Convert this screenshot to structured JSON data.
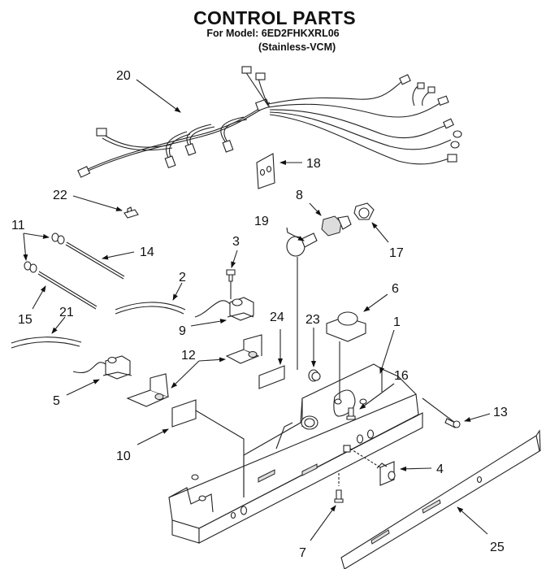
{
  "header": {
    "title": "CONTROL PARTS",
    "model_line": "For Model: 6ED2FHKXRL06",
    "variant": "(Stainless-VCM)"
  },
  "callouts": [
    {
      "id": "c1",
      "label": "1",
      "part": "control-housing"
    },
    {
      "id": "c2",
      "label": "2",
      "part": "tube"
    },
    {
      "id": "c3",
      "label": "3",
      "part": "screw"
    },
    {
      "id": "c4",
      "label": "4",
      "part": "light-switch"
    },
    {
      "id": "c5",
      "label": "5",
      "part": "damper-control"
    },
    {
      "id": "c6",
      "label": "6",
      "part": "defrost-timer"
    },
    {
      "id": "c7",
      "label": "7",
      "part": "screw"
    },
    {
      "id": "c8",
      "label": "8",
      "part": "lamp-socket"
    },
    {
      "id": "c9",
      "label": "9",
      "part": "thermostat"
    },
    {
      "id": "c10",
      "label": "10",
      "part": "label"
    },
    {
      "id": "c11",
      "label": "11",
      "part": "grommet"
    },
    {
      "id": "c12",
      "label": "12",
      "part": "bracket"
    },
    {
      "id": "c13",
      "label": "13",
      "part": "screw"
    },
    {
      "id": "c14",
      "label": "14",
      "part": "capillary-tube"
    },
    {
      "id": "c15",
      "label": "15",
      "part": "capillary-tube"
    },
    {
      "id": "c16",
      "label": "16",
      "part": "insulation"
    },
    {
      "id": "c17",
      "label": "17",
      "part": "socket-clip"
    },
    {
      "id": "c18",
      "label": "18",
      "part": "plate"
    },
    {
      "id": "c19",
      "label": "19",
      "part": "light-bulb"
    },
    {
      "id": "c20",
      "label": "20",
      "part": "wire-harness"
    },
    {
      "id": "c21",
      "label": "21",
      "part": "tube"
    },
    {
      "id": "c22",
      "label": "22",
      "part": "clip"
    },
    {
      "id": "c23",
      "label": "23",
      "part": "plug"
    },
    {
      "id": "c24",
      "label": "24",
      "part": "label"
    },
    {
      "id": "c25",
      "label": "25",
      "part": "trim-strip"
    }
  ]
}
